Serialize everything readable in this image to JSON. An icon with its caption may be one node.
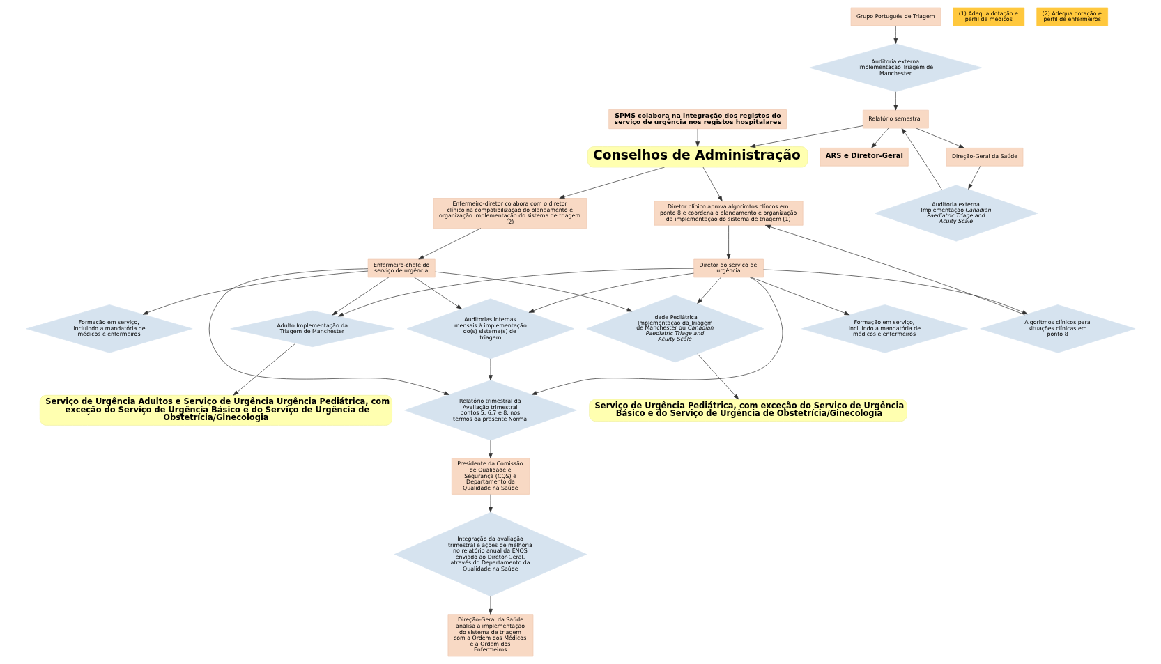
{
  "diagram": {
    "nodes": [
      {
        "text": [
          "Conselhos de Administração"
        ]
      },
      {
        "text": [
          "ARS e Diretor-Geral"
        ]
      },
      {
        "text": [
          "SPMS colabora na integração dos registos do serviço de urgência nos registos hospitalares"
        ]
      },
      {
        "text": [
          "Diretor clínico aprova algorimtos clíncos em ponto 8 e coordena o planeamento e organização da implementação do sistema de triagem (1)"
        ]
      },
      {
        "text": [
          "Enfermeiro-diretor colabora com o diretor clínico na compatibilização do planeamento e organização implementação do sistema de triagem (2)"
        ]
      },
      {
        "text": [
          "Direção-Geral da Saúde analisa a implementação do sistema de triagem com a Ordem dos Médicos e a Ordem dos Enfermeiros"
        ]
      },
      {
        "text": [
          "Relatório semestral"
        ]
      },
      {
        "text": [
          "Formação em serviço, incluindo a mandatória de médicos e enfermeiros"
        ]
      },
      {
        "text": [
          "Diretor do serviço de urgência"
        ]
      },
      {
        "text": [
          "Enfermeiro-chefe do serviço de urgência"
        ]
      },
      {
        "text": [
          "Formação em serviço, incluindo a mandatória de médicos e enfermeiros"
        ]
      },
      {
        "text": [
          "Algoritmos clínicos para situações clínicas em ponto 8"
        ]
      },
      {
        "text": [
          "Integração da avaliação trimestral e ações de melhoria no relatório anual da ENQS enviado ao Diretor-Geral, através do Departamento da Qualidade na Saúde"
        ]
      },
      {
        "text": [
          "Auditoria externa Implementação *Canadian Paediatric Triage and Acuity Scale*"
        ]
      },
      {
        "text": [
          "Auditoria externa Implementação Triagem de Manchester"
        ]
      },
      {
        "text": [
          "Adulto Implementação da Triagem de Manchester"
        ]
      },
      {
        "text": [
          "Idade Pediátrica Implementação da Triagem de Manchester ou *Canadian Paediatric Triage and Acuity Scale*"
        ]
      },
      {
        "text": [
          "Auditorias internas mensais à implementação do(s) sistema(s) de triagem"
        ]
      },
      {
        "text": [
          "Relatório trimestral da Avaliação trimestral pontos 5, 6.7 e 8, nos termos da presente Norma"
        ]
      },
      {
        "text": [
          "Direção-Geral da Saúde"
        ]
      },
      {
        "text": [
          "Grupo Português de Triagem"
        ]
      },
      {
        "text": [
          "Presidente da Comissão de Qualidade e Segurança (CQS) e Departamento da Qualidade na Saúde"
        ]
      },
      {
        "text": [
          "Serviço de Urgência Pediátrica, com exceção do Serviço de Urgência Básico e do Serviço de Urgência de Obstetrícia/Ginecologia"
        ]
      },
      {
        "text": [
          "Serviço de Urgência Adultos e Serviço de Urgência Urgência Pediátrica, com exceção do Serviço de Urgência Básico e do Serviço de Urgência de Obstetrícia/Ginecologia"
        ]
      },
      {
        "text": [
          "(1) Adequa dotação e perfil de médicos"
        ]
      },
      {
        "text": [
          "(2) Adequa dotação e perfil de enfermeiros"
        ]
      }
    ],
    "edges": [
      {
        "from": 2,
        "to": 0,
        "arrow": "to"
      },
      {
        "from": 0,
        "to": 3,
        "arrow": "to"
      },
      {
        "from": 0,
        "to": 4,
        "arrow": "to"
      },
      {
        "from": 6,
        "to": 1,
        "arrow": "to"
      },
      {
        "from": 6,
        "to": 0,
        "arrow": "to"
      },
      {
        "from": 6,
        "to": 19,
        "arrow": "to"
      },
      {
        "from": 13,
        "to": 6,
        "arrow": "to"
      },
      {
        "from": 14,
        "to": 6,
        "arrow": "to"
      },
      {
        "from": 19,
        "to": 13,
        "arrow": "to"
      },
      {
        "from": 20,
        "to": 14,
        "arrow": "to"
      },
      {
        "from": 3,
        "to": 8,
        "arrow": "to"
      },
      {
        "from": 4,
        "to": 9,
        "arrow": "to"
      },
      {
        "from": 8,
        "to": 7,
        "arrow": "to"
      },
      {
        "from": 8,
        "to": 11,
        "arrow": "to"
      },
      {
        "from": 11,
        "to": 3,
        "arrow": "to"
      },
      {
        "from": 9,
        "to": 10,
        "arrow": "to"
      },
      {
        "from": 8,
        "to": 15,
        "arrow": "to"
      },
      {
        "from": 8,
        "to": 16,
        "arrow": "to"
      },
      {
        "from": 8,
        "to": 17,
        "arrow": "to"
      },
      {
        "from": 8,
        "to": 18,
        "arrow": "to"
      },
      {
        "from": 9,
        "to": 15,
        "arrow": "to"
      },
      {
        "from": 9,
        "to": 16,
        "arrow": "to"
      },
      {
        "from": 9,
        "to": 17,
        "arrow": "to"
      },
      {
        "from": 9,
        "to": 18,
        "arrow": "to"
      },
      {
        "from": 15,
        "to": 23,
        "arrow": "to"
      },
      {
        "from": 16,
        "to": 22,
        "arrow": "to"
      },
      {
        "from": 17,
        "to": 18,
        "arrow": "to"
      },
      {
        "from": 18,
        "to": 21,
        "arrow": "to"
      },
      {
        "from": 21,
        "to": 12,
        "arrow": "to"
      },
      {
        "from": 12,
        "to": 5,
        "arrow": "to"
      }
    ]
  }
}
